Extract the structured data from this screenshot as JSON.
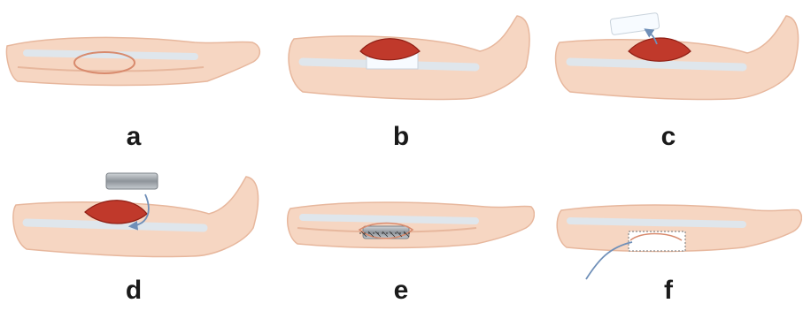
{
  "figure": {
    "panels": [
      {
        "label": "a",
        "stage": "skin-incision-outline"
      },
      {
        "label": "b",
        "stage": "exposed-muscle-flap"
      },
      {
        "label": "c",
        "stage": "bone-segment-removed"
      },
      {
        "label": "d",
        "stage": "spacer-inserted"
      },
      {
        "label": "e",
        "stage": "wound-sutured"
      },
      {
        "label": "f",
        "stage": "dressing-with-drain"
      }
    ],
    "colors": {
      "skin": "#f6d6c2",
      "skin_shadow": "#e7b79d",
      "muscle": "#c0392b",
      "bone": "#dfe6ec",
      "arrow": "#6f8fb8",
      "label": "#1a1a1a"
    }
  }
}
